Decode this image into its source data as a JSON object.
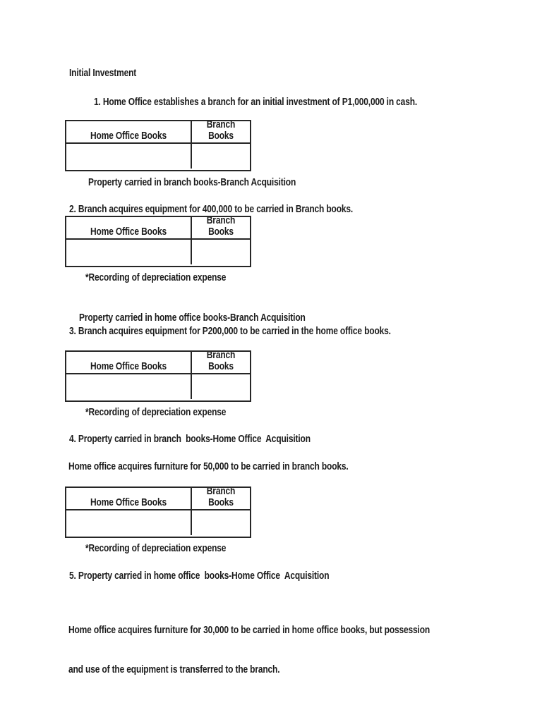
{
  "doc": {
    "title": "Initial Investment",
    "table_header": {
      "home_office": "Home Office Books",
      "branch": "Branch Books"
    },
    "s1_item": "1. Home Office establishes a branch for an initial investment of P1,000,000 in cash.",
    "s1_caption": "Property carried in branch books-Branch Acquisition",
    "s2_item": "2. Branch acquires equipment for 400,000 to be carried in Branch books.",
    "s2_note": "*Recording of depreciation expense",
    "s3_caption": "Property carried in home office books-Branch Acquisition",
    "s3_item": "3. Branch acquires equipment for P200,000 to be carried in the home office books.",
    "s3_note": "*Recording of depreciation expense",
    "s4_item": "4. Property carried in branch  books-Home Office  Acquisition",
    "s4_line": "Home office acquires furniture for 50,000 to be carried in branch books.",
    "s4_note": "*Recording of depreciation expense",
    "s5_item": "5. Property carried in home office  books-Home Office  Acquisition",
    "s5_para_line1": "Home office acquires furniture for 30,000 to be carried in home office books, but possession",
    "s5_para_line2": "and use of the equipment is transferred to the branch."
  }
}
